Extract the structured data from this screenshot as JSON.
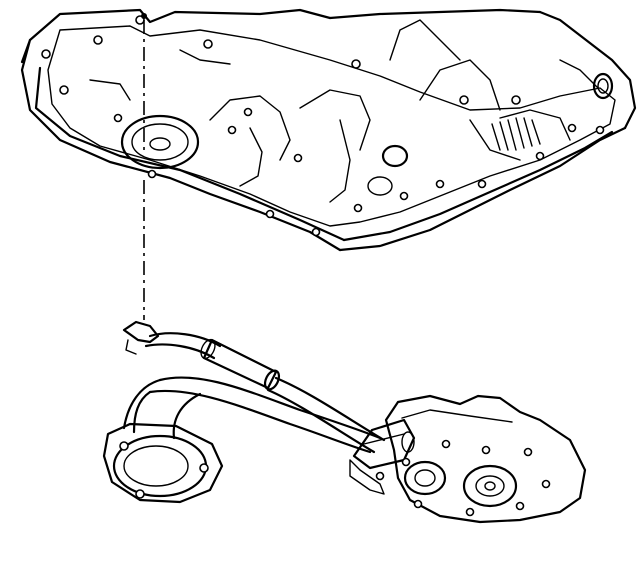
{
  "diagram": {
    "type": "technical-line-drawing",
    "colors": {
      "ink": "#000000",
      "paper": "#ffffff"
    },
    "parts": [
      {
        "id": "engine-block-underside",
        "icon": "engine-block-icon"
      },
      {
        "id": "oil-pan-rail",
        "icon": "oil-pan-rail-icon"
      },
      {
        "id": "oil-pump-housing",
        "icon": "oil-pump-icon"
      },
      {
        "id": "oil-pickup-tube",
        "icon": "pickup-tube-icon"
      },
      {
        "id": "pickup-screen",
        "icon": "pickup-screen-icon"
      },
      {
        "id": "alignment-centerline",
        "icon": "centerline-icon"
      }
    ]
  }
}
